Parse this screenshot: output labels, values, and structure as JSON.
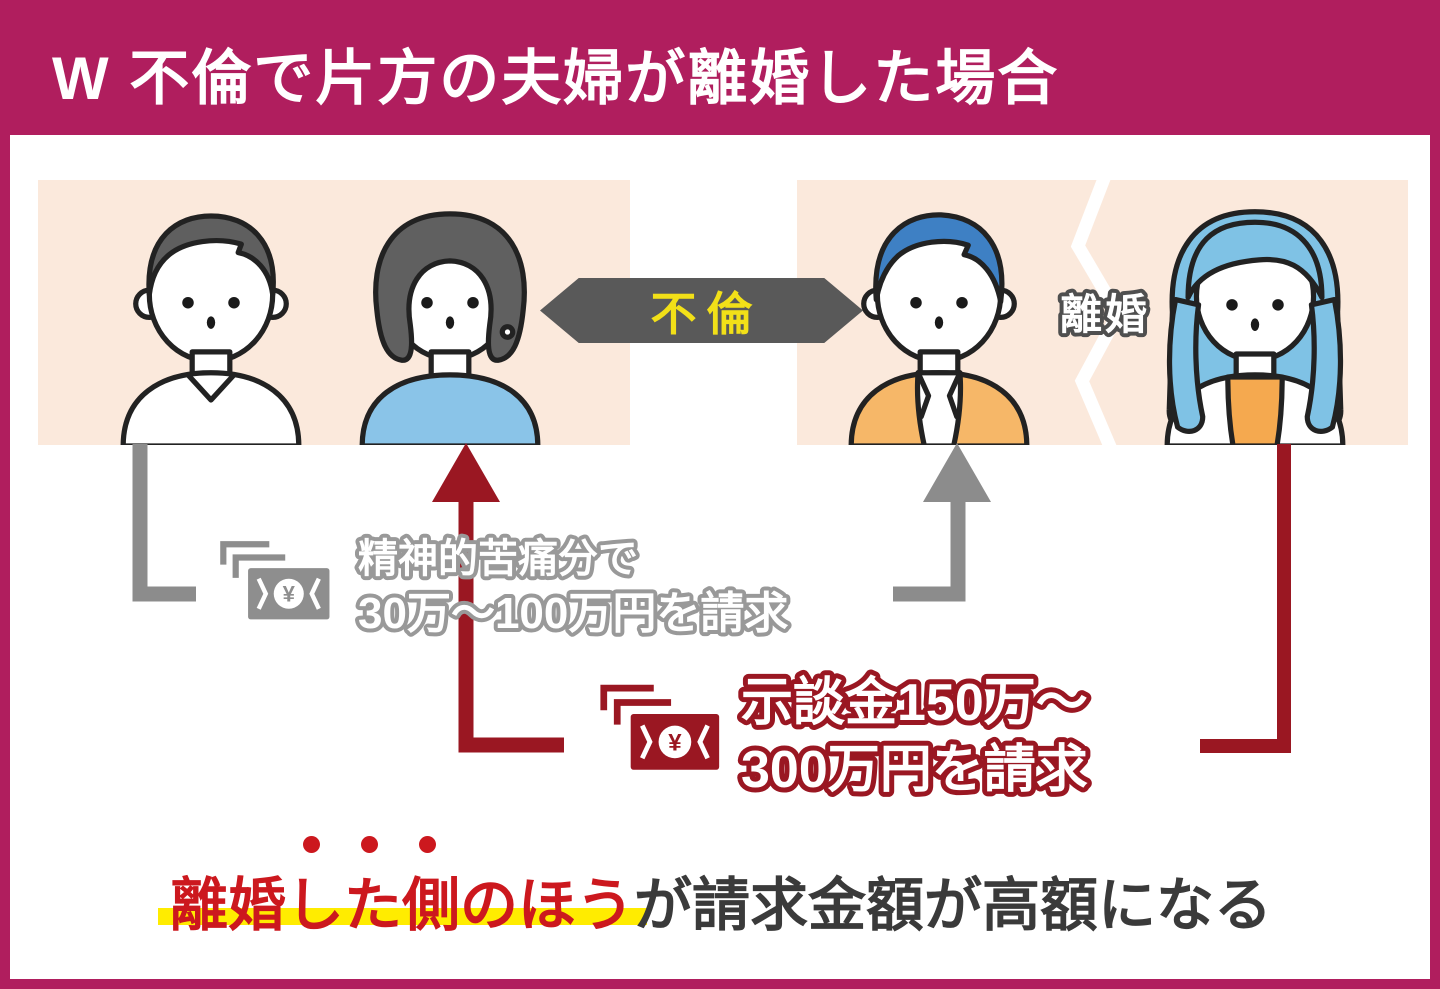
{
  "header": {
    "title": "W 不倫で片方の夫婦が離婚した場合"
  },
  "affair_banner": {
    "label": "不倫"
  },
  "divorce_label": {
    "text": "離婚"
  },
  "gray_claim": {
    "line1": "精神的苦痛分で",
    "line2": "30万〜100万円を請求"
  },
  "red_claim": {
    "line1": "示談金150万〜",
    "line2": "300万円を請求"
  },
  "conclusion": {
    "highlighted": "離婚した側のほう",
    "rest": "が請求金額が高額になる"
  },
  "icons": {
    "yen_symbol": "¥",
    "gray_money_icon": "money-bills-yen",
    "red_money_icon": "money-bills-yen"
  },
  "palette": {
    "frame_magenta": "#b01e5e",
    "panel_white": "#ffffff",
    "couple_box_peach": "#fbe9dc",
    "banner_gray": "#595959",
    "banner_yellow": "#f2e018",
    "claim_dark_red": "#9a1722",
    "claim_gray": "#8c8c8c",
    "conclusion_red": "#cc181e",
    "highlight_yellow": "#ffec00",
    "text_dark": "#3a3a3a",
    "hair_dark": "#5f5f5f",
    "hair_blue": "#3e80c4",
    "hair_light_blue": "#7fc2e5",
    "top_light_blue": "#8ac4e8",
    "jacket_orange": "#f6b768",
    "top_orange": "#f5a94f"
  }
}
